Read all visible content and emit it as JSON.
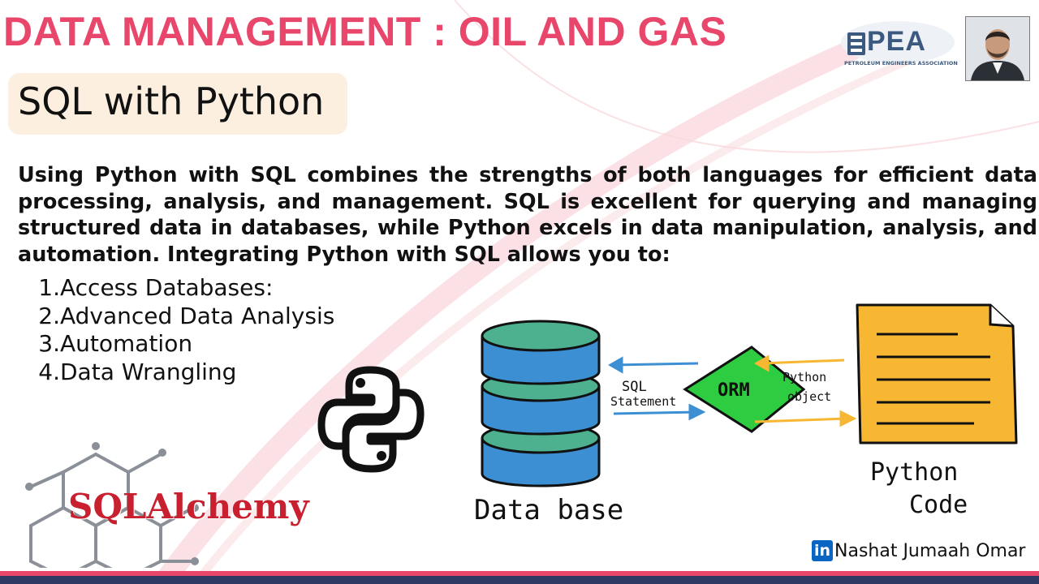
{
  "header": {
    "title": "DATA MANAGEMENT : OIL AND GAS",
    "subtitle": "SQL with Python"
  },
  "intro": "Using Python with SQL combines the strengths of both languages for efficient data processing, analysis, and management. SQL is excellent for querying and managing structured data in databases, while Python excels in data manipulation, analysis, and automation. Integrating Python with SQL allows you to:",
  "list": [
    {
      "num": "1.",
      "label": "Access Databases:"
    },
    {
      "num": "2.",
      "label": "Advanced Data Analysis"
    },
    {
      "num": "3.",
      "label": "Automation"
    },
    {
      "num": "4.",
      "label": "Data Wrangling"
    }
  ],
  "logo": {
    "pea_short": "PEA",
    "pea_full": "PETROLEUM ENGINEERS ASSOCIATION"
  },
  "diagram": {
    "database_label": "Data base",
    "sql_label_1": "SQL",
    "sql_label_2": "Statement",
    "orm_label": "ORM",
    "python_obj_1": "Python",
    "python_obj_2": "object",
    "python_code_1": "Python",
    "python_code_2": "Code"
  },
  "sqlalchemy_label": "SQLAlchemy",
  "author": {
    "linkedin_glyph": "in",
    "name": "Nashat Jumaah Omar"
  },
  "colors": {
    "title": "#e8466b",
    "subtitle_bg": "#fcefe0",
    "footer_pink": "#e8466b",
    "footer_navy": "#2e3a63",
    "db_blue": "#3d8fd4",
    "db_green": "#4db08f",
    "orm_green": "#2ecc40",
    "doc_yellow": "#f7b733",
    "sqlalchemy_red": "#c8202f"
  }
}
